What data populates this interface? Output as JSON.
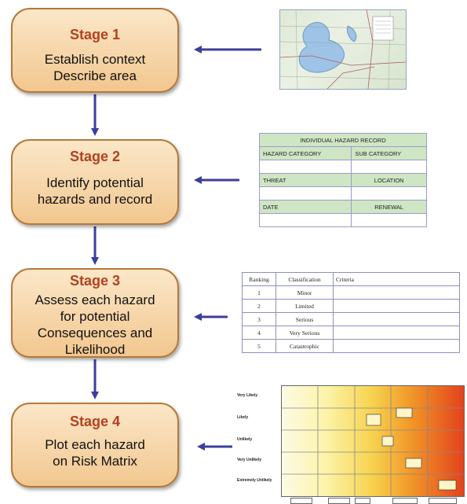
{
  "stages": [
    {
      "title": "Stage 1",
      "text": "Establish context\nDescribe area"
    },
    {
      "title": "Stage 2",
      "text": "Identify potential\nhazards and record"
    },
    {
      "title": "Stage 3",
      "text": "Assess each hazard\nfor potential\nConsequences and\nLikelihood"
    },
    {
      "title": "Stage 4",
      "text": "Plot each hazard\non Risk Matrix"
    }
  ],
  "hazard_record": {
    "title": "INDIVIDUAL HAZARD RECORD",
    "hazard_category": "HAZARD CATEGORY",
    "sub_category": "SUB CATEGORY",
    "threat": "THREAT",
    "location": "LOCATION",
    "date": "DATE",
    "renewal": "RENEWAL"
  },
  "classification_table": {
    "headers": [
      "Ranking",
      "Classification",
      "Criteria"
    ],
    "rows": [
      [
        "1",
        "Minor"
      ],
      [
        "2",
        "Limited"
      ],
      [
        "3",
        "Serious"
      ],
      [
        "4",
        "Very Serious"
      ],
      [
        "5",
        "Catastrophic"
      ]
    ]
  },
  "risk_matrix": {
    "row_labels": [
      "Very Likely",
      "Likely",
      "Unlikely",
      "Very Unlikely",
      "Extremely Unlikely"
    ]
  },
  "colors": {
    "arrow": "#3b3f9a",
    "stage_title": "#b3411f",
    "stage_border": "#b5793a"
  }
}
